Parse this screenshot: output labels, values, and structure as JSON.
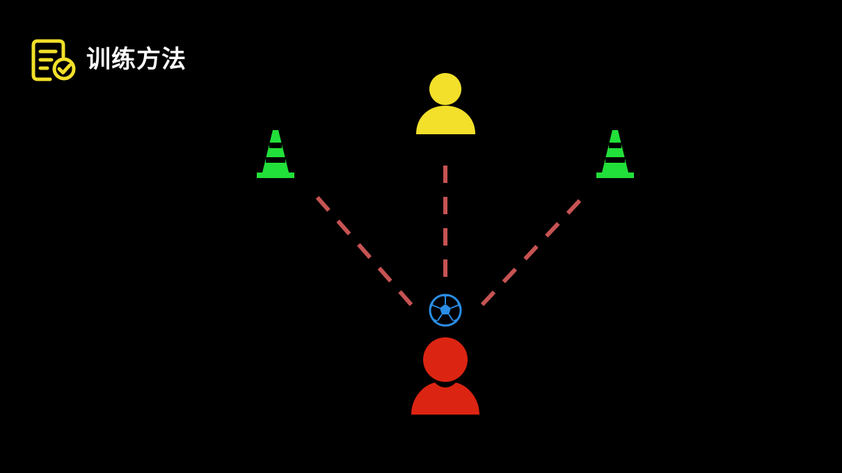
{
  "header": {
    "title": "训练方法",
    "icon": "checklist-icon"
  },
  "colors": {
    "background": "#000000",
    "accent_yellow": "#f2e02a",
    "cone_green": "#22e03a",
    "pass_line": "#c65353",
    "ball_blue": "#2a8ee6",
    "player_red": "#dc2412",
    "coach_yellow": "#f2e02a"
  },
  "diagram": {
    "nodes": [
      {
        "id": "coach",
        "role": "coach",
        "icon": "person-icon",
        "color": "#f2e02a"
      },
      {
        "id": "cone-left",
        "role": "cone",
        "icon": "traffic-cone-icon",
        "color": "#22e03a"
      },
      {
        "id": "cone-right",
        "role": "cone",
        "icon": "traffic-cone-icon",
        "color": "#22e03a"
      },
      {
        "id": "ball",
        "role": "ball",
        "icon": "soccer-ball-icon",
        "color": "#2a8ee6"
      },
      {
        "id": "player",
        "role": "player",
        "icon": "person-icon",
        "color": "#dc2412"
      }
    ],
    "edges": [
      {
        "from": "ball",
        "to": "cone-left",
        "style": "dashed"
      },
      {
        "from": "ball",
        "to": "coach",
        "style": "dashed"
      },
      {
        "from": "ball",
        "to": "cone-right",
        "style": "dashed"
      }
    ]
  }
}
